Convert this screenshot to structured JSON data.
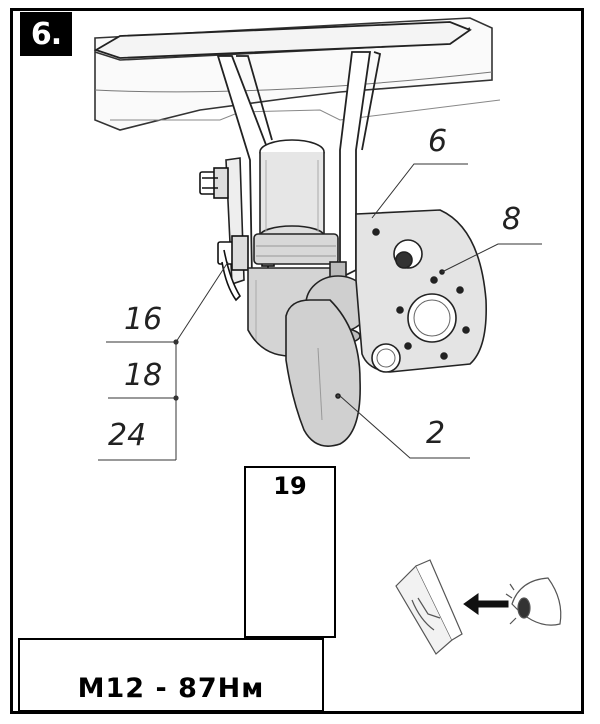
{
  "step": {
    "number": "6."
  },
  "callouts": {
    "part_6": "6",
    "part_8": "8",
    "part_16": "16",
    "part_18": "18",
    "part_24": "24",
    "part_2": "2"
  },
  "tools": {
    "wrench_size": "19",
    "torque_spec": "M12 - 87Нм"
  },
  "icons": {
    "manual": "manual-car-icon",
    "eye": "eye-icon",
    "arrow": "arrow-left-icon"
  }
}
